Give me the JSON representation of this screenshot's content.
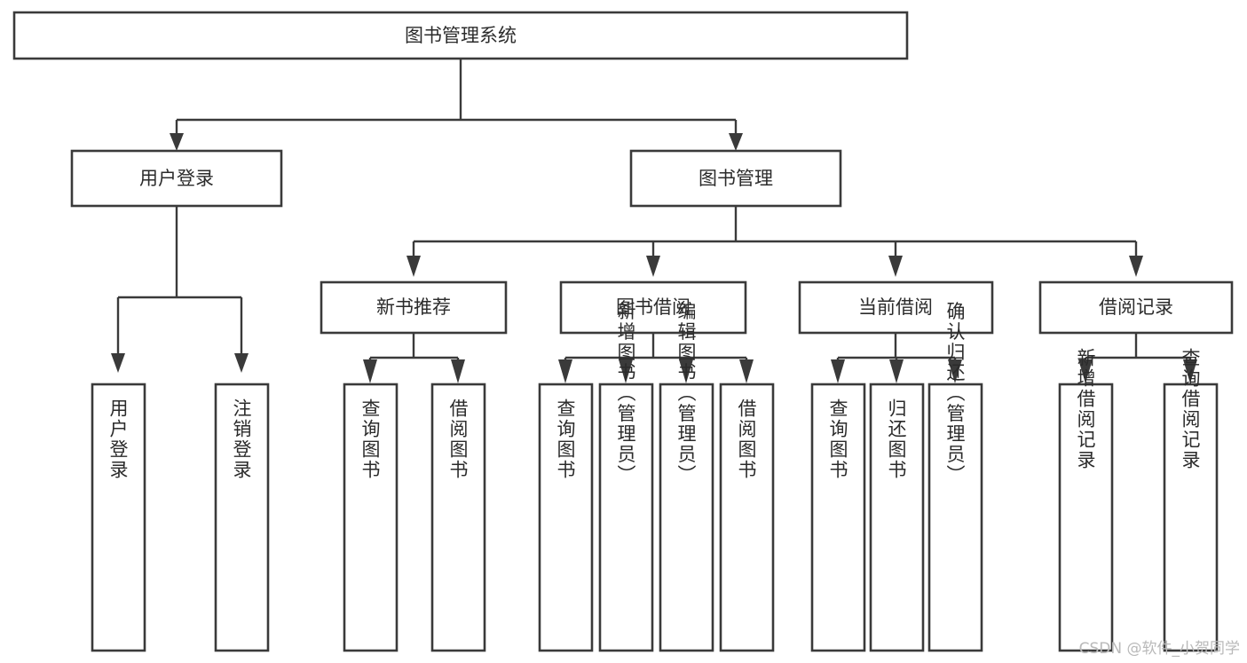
{
  "diagram": {
    "type": "tree",
    "title": "图书管理系统",
    "orientation": "top-down",
    "colors": {
      "box_fill": "#ffffff",
      "box_stroke": "#3a3a3a",
      "connector": "#3a3a3a",
      "text": "#2b2b2b",
      "watermark": "#b9b9b9"
    },
    "root": {
      "id": "root",
      "label": "图书管理系统",
      "text_orientation": "horizontal"
    },
    "level2": [
      {
        "id": "user-login",
        "label": "用户登录",
        "text_orientation": "horizontal"
      },
      {
        "id": "book-manage",
        "label": "图书管理",
        "text_orientation": "horizontal"
      }
    ],
    "level3": [
      {
        "id": "new-book-recommend",
        "label": "新书推荐",
        "parent": "book-manage",
        "text_orientation": "horizontal"
      },
      {
        "id": "book-borrow",
        "label": "图书借阅",
        "parent": "book-manage",
        "text_orientation": "horizontal"
      },
      {
        "id": "current-borrow",
        "label": "当前借阅",
        "parent": "book-manage",
        "text_orientation": "horizontal"
      },
      {
        "id": "borrow-record",
        "label": "借阅记录",
        "parent": "book-manage",
        "text_orientation": "horizontal"
      }
    ],
    "leaves": {
      "user-login": [
        {
          "id": "leaf-user-login",
          "label": "用户登录"
        },
        {
          "id": "leaf-logout-login",
          "label": "注销登录"
        }
      ],
      "new-book-recommend": [
        {
          "id": "leaf-query-book-1",
          "label": "查询图书"
        },
        {
          "id": "leaf-borrow-book-1",
          "label": "借阅图书"
        }
      ],
      "book-borrow": [
        {
          "id": "leaf-query-book-2",
          "label": "查询图书"
        },
        {
          "id": "leaf-add-book",
          "label": "新增图书（管理员）"
        },
        {
          "id": "leaf-edit-book",
          "label": "编辑图书（管理员）"
        },
        {
          "id": "leaf-borrow-book-2",
          "label": "借阅图书"
        }
      ],
      "current-borrow": [
        {
          "id": "leaf-query-book-3",
          "label": "查询图书"
        },
        {
          "id": "leaf-return-book",
          "label": "归还图书"
        },
        {
          "id": "leaf-confirm-return",
          "label": "确认归还（管理员）"
        }
      ],
      "borrow-record": [
        {
          "id": "leaf-add-record",
          "label": "新增借阅记录"
        },
        {
          "id": "leaf-query-record",
          "label": "查询借阅记录"
        }
      ]
    }
  },
  "watermark": {
    "text": "CSDN @软件_小贺同学"
  }
}
